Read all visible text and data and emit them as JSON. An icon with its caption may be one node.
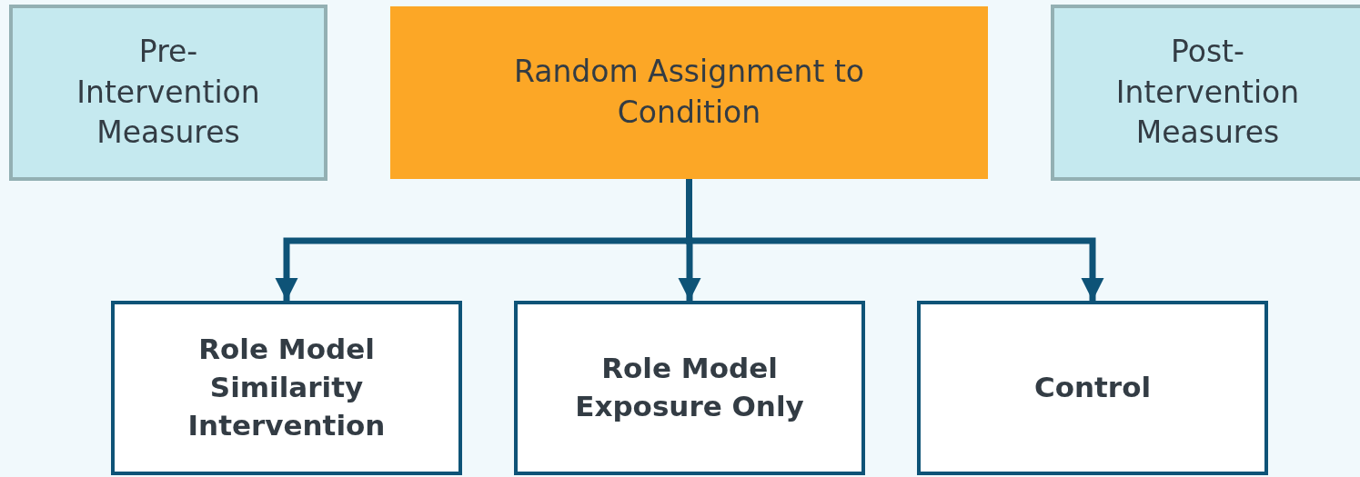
{
  "diagram": {
    "nodes": [
      {
        "text": [
          "Pre-Intervention Measures"
        ]
      },
      {
        "text": [
          "Random Assignment to Condition"
        ]
      },
      {
        "text": [
          "Post-Intervention Measures"
        ]
      },
      {
        "text": [
          "Role Model Similarity Intervention"
        ]
      },
      {
        "text": [
          "Role Model Exposure Only"
        ]
      },
      {
        "text": [
          "Control"
        ]
      }
    ],
    "edges": [
      {
        "from": 1,
        "to": 3,
        "arrow": "to"
      },
      {
        "from": 1,
        "to": 4,
        "arrow": "to"
      },
      {
        "from": 1,
        "to": 5,
        "arrow": "to"
      }
    ]
  }
}
